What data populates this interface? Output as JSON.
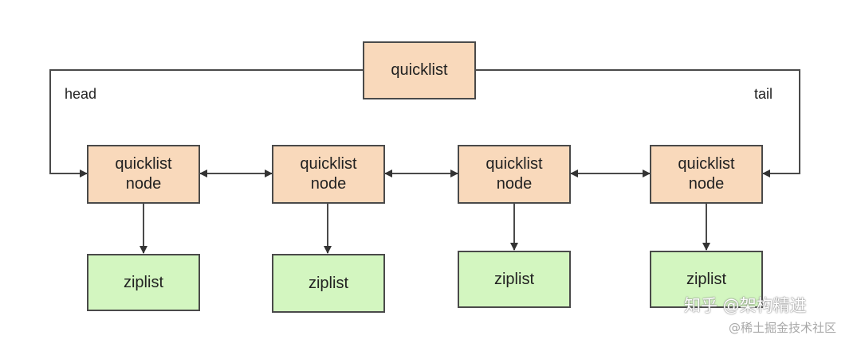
{
  "diagram": {
    "root": {
      "label": "quicklist"
    },
    "head_label": "head",
    "tail_label": "tail",
    "nodes": [
      {
        "label": "quicklist\nnode",
        "child": "ziplist"
      },
      {
        "label": "quicklist\nnode",
        "child": "ziplist"
      },
      {
        "label": "quicklist\nnode",
        "child": "ziplist"
      },
      {
        "label": "quicklist\nnode",
        "child": "ziplist"
      }
    ]
  },
  "watermark": {
    "line1": "知乎 @架构精进",
    "line2": "@稀土掘金技术社区"
  },
  "colors": {
    "node_fill": "#f9d9bb",
    "ziplist_fill": "#d3f6c0",
    "stroke": "#4a4a4a"
  }
}
